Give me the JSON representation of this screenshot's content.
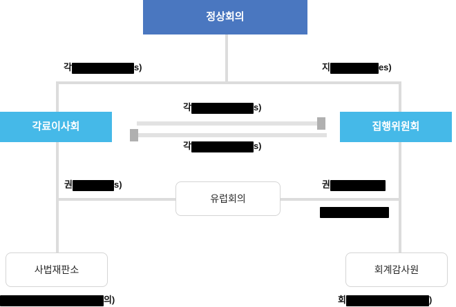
{
  "diagram": {
    "title_visible": false,
    "colors": {
      "summit_fill": "#4a77c0",
      "council_fill": "#45b9e8",
      "outline_border": "#d4d4d4",
      "connector": "#dcdcdc",
      "arrow_shaft": "#e2e2e2",
      "arrow_head": "#b0b0b0",
      "redaction": "#000000",
      "text_dark": "#262626",
      "text_light": "#ffffff"
    },
    "nodes": {
      "summit": {
        "label": "정상회의"
      },
      "council_of_ministers": {
        "label": "각료이사회"
      },
      "executive_committee": {
        "label": "집행위원회"
      },
      "european_assembly": {
        "label": "유럽회의"
      },
      "court_of_justice": {
        "label": "사법재판소"
      },
      "court_of_auditors": {
        "label": "회계감사원"
      }
    },
    "edge_labels": {
      "summit_left": {
        "prefix": "각",
        "redacted": "▇▇▇▇▇▇▇▇▇",
        "suffix": "s)"
      },
      "summit_right": {
        "prefix": "지",
        "redacted": "▇▇▇▇▇▇▇",
        "suffix": "es)"
      },
      "middle_top": {
        "prefix": "각",
        "redacted": "▇▇▇▇▇▇▇▇▇",
        "suffix": "s)"
      },
      "middle_bottom": {
        "prefix": "각",
        "redacted": "▇▇▇▇▇▇▇▇▇",
        "suffix": "s)"
      },
      "left_lower": {
        "prefix": "권",
        "redacted": "▇▇▇▇▇▇",
        "suffix": "s)"
      },
      "right_lower_first": {
        "prefix": "권",
        "redacted": "▇▇▇▇▇▇▇▇",
        "suffix": ""
      },
      "right_lower_second": {
        "prefix": "",
        "redacted": "▇▇▇▇▇▇▇▇▇▇",
        "suffix": ""
      }
    },
    "captions": {
      "bottom_left": {
        "prefix": "",
        "redacted": "▇▇▇▇▇▇▇▇▇▇▇▇▇▇▇",
        "suffix": "의)"
      },
      "bottom_right": {
        "prefix": "회",
        "redacted": "▇▇▇▇▇▇▇▇▇▇▇▇",
        "suffix": ")"
      }
    },
    "arrows": [
      {
        "name": "ministers-to-commission",
        "direction": "right"
      },
      {
        "name": "commission-to-ministers",
        "direction": "left"
      }
    ]
  }
}
